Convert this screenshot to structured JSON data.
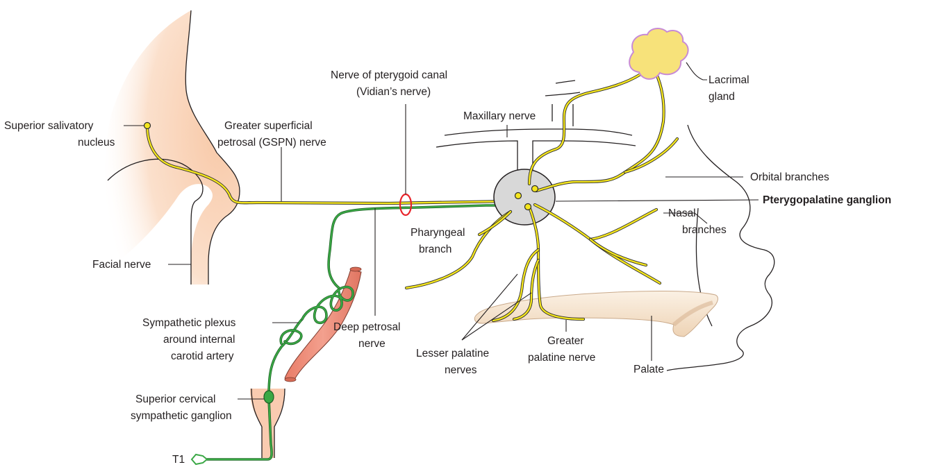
{
  "colors": {
    "parasympathetic_nerve": "#f5e61e",
    "sympathetic_nerve": "#3aa845",
    "brainstem_skin": "#fbd9c3",
    "artery": "#ec8a78",
    "ganglion_fill": "#d8d8d8",
    "lacrimal_gland": "#f7e27a",
    "lacrimal_gland_outline": "#c78ad6",
    "palate": "#f6e6d2",
    "vidian_ring": "#e8232a"
  },
  "labels": {
    "superior_salivatory_nucleus_1": "Superior salivatory",
    "superior_salivatory_nucleus_2": "nucleus",
    "gspn_1": "Greater superficial",
    "gspn_2": "petrosal (GSPN) nerve",
    "vidian_1": "Nerve of pterygoid canal",
    "vidian_2": "(Vidian’s nerve)",
    "maxillary_nerve": "Maxillary nerve",
    "lacrimal_gland_1": "Lacrimal",
    "lacrimal_gland_2": "gland",
    "orbital_branches": "Orbital branches",
    "pterygopalatine_ganglion": "Pterygopalatine ganglion",
    "nasal_branches_1": "Nasal",
    "nasal_branches_2": "branches",
    "pharyngeal_branch_1": "Pharyngeal",
    "pharyngeal_branch_2": "branch",
    "facial_nerve": "Facial nerve",
    "sympathetic_plexus_1": "Sympathetic plexus",
    "sympathetic_plexus_2": "around internal",
    "sympathetic_plexus_3": "carotid artery",
    "deep_petrosal_1": "Deep petrosal",
    "deep_petrosal_2": "nerve",
    "lesser_palatine_1": "Lesser palatine",
    "lesser_palatine_2": "nerves",
    "greater_palatine_1": "Greater",
    "greater_palatine_2": "palatine nerve",
    "palate": "Palate",
    "superior_cervical_1": "Superior cervical",
    "superior_cervical_2": "sympathetic ganglion",
    "t1": "T1"
  }
}
